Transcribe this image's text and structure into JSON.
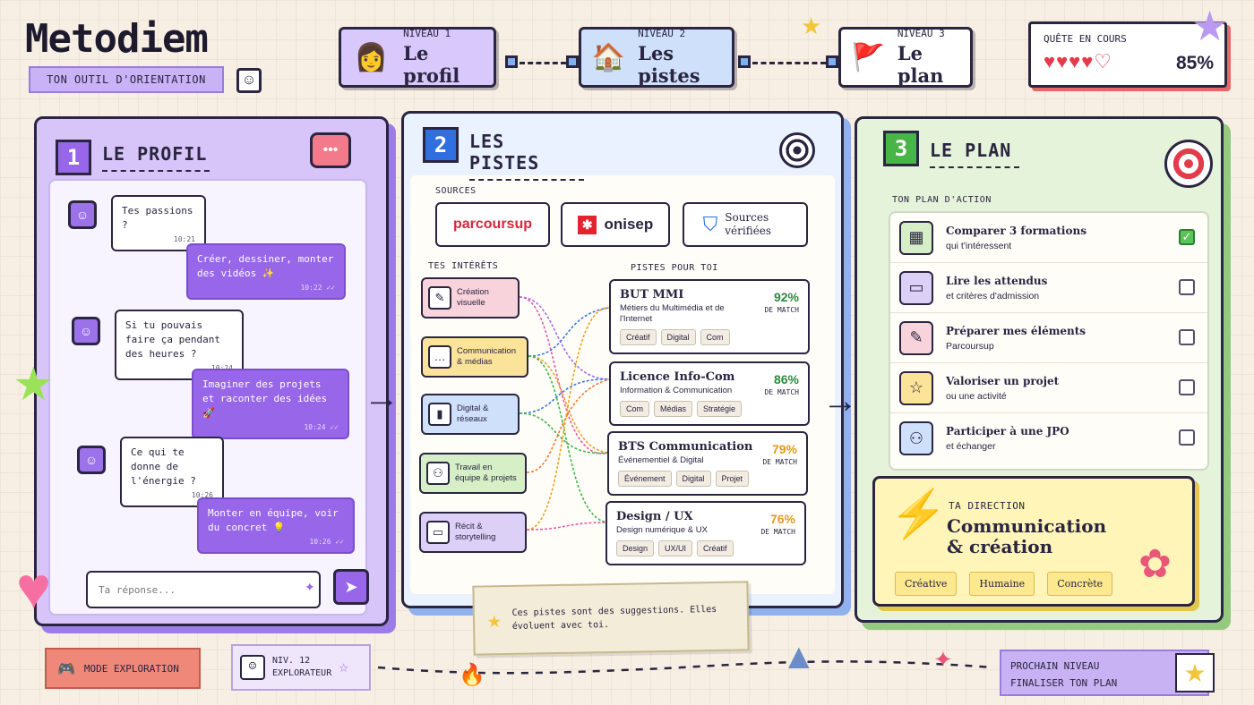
{
  "app": {
    "name": "Metodiem",
    "tagline": "TON OUTIL D'ORIENTATION"
  },
  "levels": [
    {
      "label": "NIVEAU 1",
      "title": "Le profil",
      "icon": "avatar-icon",
      "color": "#d9c8fb"
    },
    {
      "label": "NIVEAU 2",
      "title": "Les pistes",
      "icon": "house-icon",
      "color": "#cfe0fb"
    },
    {
      "label": "NIVEAU 3",
      "title": "Le plan",
      "icon": "flag-map-icon",
      "color": "#fff"
    }
  ],
  "quest": {
    "label": "QUÊTE EN COURS",
    "percent": "85%",
    "hearts_full": 4,
    "hearts_total": 5,
    "hearts": "♥♥♥♥♡"
  },
  "panel1": {
    "number": "1",
    "title": "LE PROFIL",
    "messages": [
      {
        "from": "bot",
        "text": "Tes passions ?",
        "time": "10:21"
      },
      {
        "from": "user",
        "text": "Créer, dessiner, monter des vidéos ✨",
        "time": "10:22 ✓✓"
      },
      {
        "from": "bot",
        "text": "Si tu pouvais faire ça pendant des heures ?",
        "time": "10:24"
      },
      {
        "from": "user",
        "text": "Imaginer des projets et raconter des idées 🚀",
        "time": "10:24 ✓✓"
      },
      {
        "from": "bot",
        "text": "Ce qui te donne de l'énergie ?",
        "time": "10:26"
      },
      {
        "from": "user",
        "text": "Monter en équipe, voir du concret 💡",
        "time": "10:26 ✓✓"
      }
    ],
    "input_placeholder": "Ta réponse..."
  },
  "panel2": {
    "number": "2",
    "title": "LES PISTES",
    "sources_label": "SOURCES",
    "sources": [
      "parcoursup",
      "onisep",
      "Sources vérifiées"
    ],
    "interests_label": "TES INTÉRÊTS",
    "tracks_label": "PISTES POUR TOI",
    "interests": [
      {
        "label": "Création visuelle",
        "icon": "pencil-icon",
        "color": "#f8d3dc"
      },
      {
        "label": "Communication & médias",
        "icon": "chat-icon",
        "color": "#fbe39a"
      },
      {
        "label": "Digital & réseaux",
        "icon": "chart-icon",
        "color": "#cfe0fb"
      },
      {
        "label": "Travail en équipe & projets",
        "icon": "team-icon",
        "color": "#d6efc6"
      },
      {
        "label": "Récit & storytelling",
        "icon": "book-icon",
        "color": "#ddd0f7"
      }
    ],
    "match_label": "DE MATCH",
    "tracks": [
      {
        "title": "BUT MMI",
        "subtitle": "Métiers du Multimédia et de l'Internet",
        "percent": "92%",
        "color": "#2d8a3a",
        "tags": [
          "Créatif",
          "Digital",
          "Com"
        ]
      },
      {
        "title": "Licence Info-Com",
        "subtitle": "Information & Communication",
        "percent": "86%",
        "color": "#2d8a3a",
        "tags": [
          "Com",
          "Médias",
          "Stratégie"
        ]
      },
      {
        "title": "BTS Communication",
        "subtitle": "Événementiel & Digital",
        "percent": "79%",
        "color": "#e29a1c",
        "tags": [
          "Événement",
          "Digital",
          "Projet"
        ]
      },
      {
        "title": "Design / UX",
        "subtitle": "Design numérique & UX",
        "percent": "76%",
        "color": "#e29a1c",
        "tags": [
          "Design",
          "UX/UI",
          "Créatif"
        ]
      }
    ],
    "note": "Ces pistes sont des suggestions. Elles évoluent avec toi."
  },
  "panel3": {
    "number": "3",
    "title": "LE PLAN",
    "plan_label": "TON PLAN D'ACTION",
    "steps": [
      {
        "title": "Comparer 3 formations",
        "subtitle": "qui t'intéressent",
        "icon": "calendar-icon",
        "color": "#d6efc6",
        "checked": true
      },
      {
        "title": "Lire les attendus",
        "subtitle": "et critères d'admission",
        "icon": "book-icon",
        "color": "#ddd0f7",
        "checked": false
      },
      {
        "title": "Préparer mes éléments",
        "subtitle": "Parcoursup",
        "icon": "pencil-icon",
        "color": "#f8d3dc",
        "checked": false
      },
      {
        "title": "Valoriser un projet",
        "subtitle": "ou une activité",
        "icon": "star-icon",
        "color": "#fbe39a",
        "checked": false
      },
      {
        "title": "Participer à une JPO",
        "subtitle": "et échanger",
        "icon": "people-icon",
        "color": "#cfe0fb",
        "checked": false
      }
    ],
    "direction_label": "TA DIRECTION",
    "direction_title_1": "Communication",
    "direction_title_2": "& création",
    "direction_tags": [
      "Créative",
      "Humaine",
      "Concrète"
    ]
  },
  "footer": {
    "mode": "MODE EXPLORATION",
    "level_1": "NIV. 12",
    "level_2": "EXPLORATEUR",
    "next_1": "PROCHAIN NIVEAU",
    "next_2": "FINALISER TON PLAN"
  }
}
